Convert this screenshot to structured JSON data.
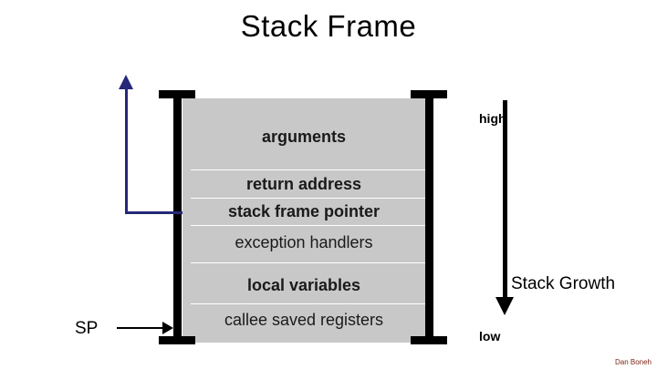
{
  "slide": {
    "title": "Stack Frame",
    "credit": "Dan Boneh"
  },
  "stack": {
    "rows": [
      {
        "label": "arguments",
        "style": "bold"
      },
      {
        "label": "return address",
        "style": "bold"
      },
      {
        "label": "stack frame pointer",
        "style": "bold"
      },
      {
        "label": "exception handlers",
        "style": "regular"
      },
      {
        "label": "local variables",
        "style": "bold"
      },
      {
        "label": "callee saved registers",
        "style": "regular"
      }
    ]
  },
  "annotations": {
    "high": "high",
    "low": "low",
    "growth": "Stack Growth",
    "sp": "SP"
  },
  "colors": {
    "box_fill": "#c8c8c8",
    "frame": "#000000",
    "blue_arrow": "#27277a",
    "credit": "#7a1f10"
  }
}
